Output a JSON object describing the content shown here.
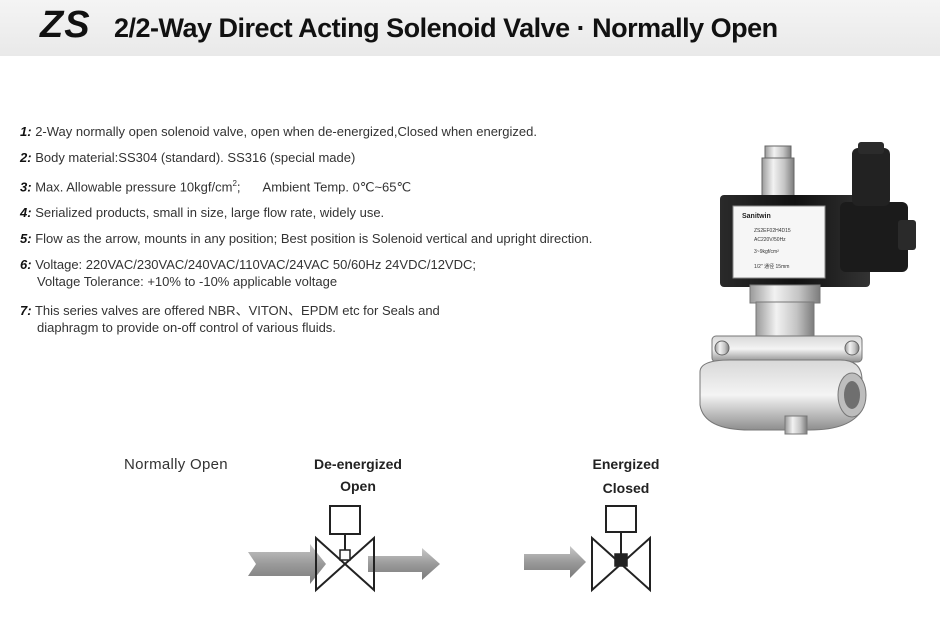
{
  "header": {
    "series": "ZS",
    "title": "2/2-Way Direct Acting Solenoid Valve · Normally Open"
  },
  "specs": [
    {
      "num": "1:",
      "text": "2-Way normally open solenoid valve, open when de-energized,Closed when energized."
    },
    {
      "num": "2:",
      "text": "Body material:SS304 (standard). SS316 (special made)"
    },
    {
      "num": "3:",
      "text": "Max. Allowable pressure  10kgf/cm",
      "sup": "2",
      "tail": ";",
      "extra": "Ambient Temp.  0℃~65℃"
    },
    {
      "num": "4:",
      "text": "Serialized products, small in size, large flow rate, widely use."
    },
    {
      "num": "5:",
      "text": "Flow as the arrow, mounts in any position; Best position is Solenoid vertical and upright direction."
    },
    {
      "num": "6:",
      "text": "Voltage: 220VAC/230VAC/240VAC/110VAC/24VAC   50/60Hz 24VDC/12VDC;",
      "cont": "Voltage Tolerance: +10% to -10% applicable voltage"
    },
    {
      "num": "7:",
      "text": "This series valves are offered NBR、VITON、EPDM etc for Seals and",
      "cont": "diaphragm to provide on-off control of various fluids."
    }
  ],
  "coil_label": {
    "brand": "Sanitwin",
    "lines": [
      "ZS2EF02H4D15",
      "AC220V/50Hz",
      "3~9kgf/cm²",
      "1/2\"   通径  15mm"
    ]
  },
  "diagram": {
    "label": "Normally Open",
    "deenergized": {
      "line1": "De-energized",
      "line2": "Open"
    },
    "energized": {
      "line1": "Energized",
      "line2": "Closed"
    }
  },
  "colors": {
    "text": "#333333",
    "header_bg": "#efefef",
    "arrow": "#8a8a8a",
    "valve_stroke": "#222222"
  }
}
